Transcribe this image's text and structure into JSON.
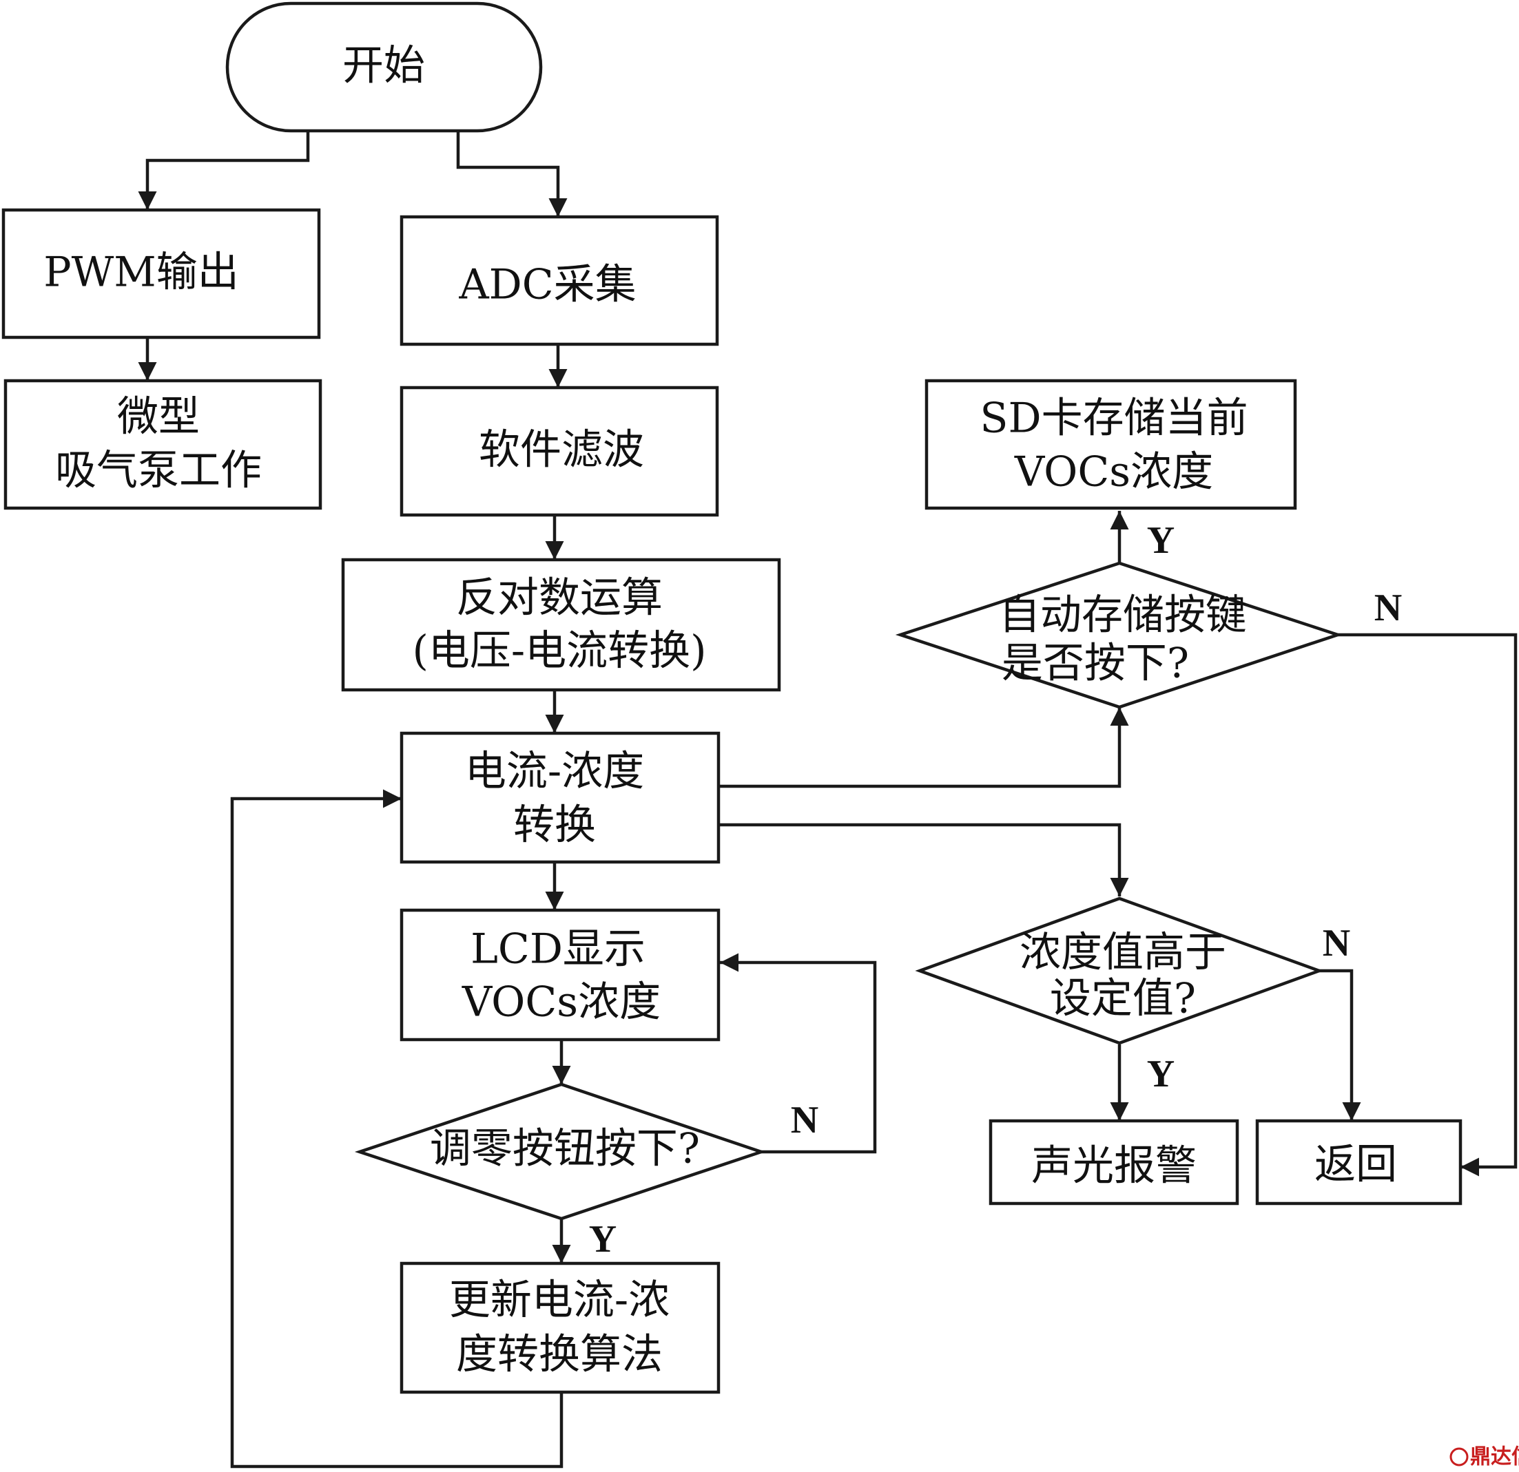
{
  "nodes": {
    "start": "开始",
    "pwm": "PWM输出",
    "pump": [
      "微型",
      "吸气泵工作"
    ],
    "adc": "ADC采集",
    "filter": "软件滤波",
    "antilog": [
      "反对数运算",
      "(电压-电流转换)"
    ],
    "conv": [
      "电流-浓度",
      "转换"
    ],
    "lcd": [
      "LCD显示",
      "VOCs浓度"
    ],
    "zero": "调零按钮按下?",
    "update": [
      "更新电流-浓",
      "度转换算法"
    ],
    "sd": [
      "SD卡存储当前",
      "VOCs浓度"
    ],
    "auto": [
      "自动存储按键",
      "是否按下?"
    ],
    "high": [
      "浓度值高于",
      "设定值?"
    ],
    "alarm": "声光报警",
    "ret": "返回"
  },
  "branch_labels": {
    "zero_no": "N",
    "zero_yes": "Y",
    "auto_yes": "Y",
    "auto_no": "N",
    "high_no": "N",
    "high_yes": "Y"
  },
  "watermark": "鼎达信",
  "colors": {
    "line": "#1a1a1a",
    "watermark": "#c81e1e"
  }
}
